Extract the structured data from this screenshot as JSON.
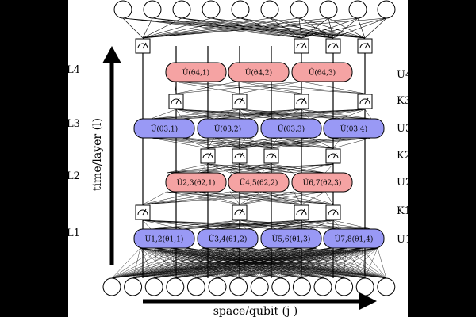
{
  "panel_background": "#ffffff",
  "colors": {
    "unitary_blue": "#9999f5",
    "unitary_pink": "#f5a3a3",
    "line": "#000000",
    "page_bg": "#000000"
  },
  "axes": {
    "vertical_label": "time/layer (l)",
    "horizontal_label": "space/qubit (j )"
  },
  "left_labels": [
    "L4",
    "L3",
    "L2",
    "L1"
  ],
  "right_labels": [
    "U4",
    "K3",
    "U3",
    "K2",
    "U2",
    "K1",
    "U1"
  ],
  "gates": {
    "U4": [
      "Û(θ4,1)",
      "Û(θ4,2)",
      "Û(θ4,3)"
    ],
    "U3": [
      "Û(θ3,1)",
      "Û(θ3,2)",
      "Û(θ3,3)",
      "Û(θ3,4)"
    ],
    "U2": [
      "Û2,3(θ2,1)",
      "Û4,5(θ2,2)",
      "Û6,7(θ2,3)"
    ],
    "U1": [
      "Û1,2(θ1,1)",
      "Û3,4(θ1,2)",
      "Û5,6(θ1,3)",
      "Û7,8(θ1,4)"
    ]
  },
  "measurement_icon": "meter-icon",
  "node_icon": "circle-node"
}
